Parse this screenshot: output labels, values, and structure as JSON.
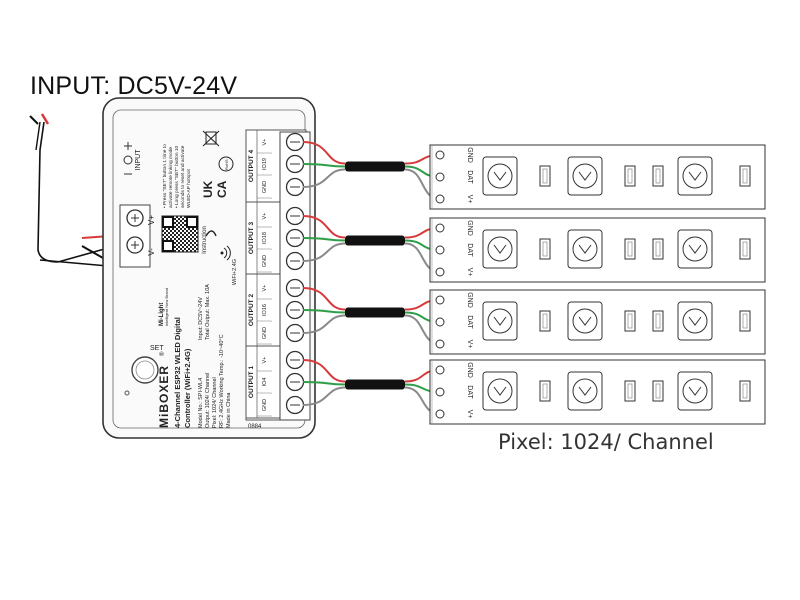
{
  "input_label": "INPUT: DC5V-24V",
  "pixel_label": "Pixel: 1024/ Channel",
  "controller": {
    "brand": "MiBOXER",
    "brand_mark": "®",
    "sub_brand": "Mi-Light",
    "sub_brand_tagline": "Intelligent New Brand",
    "product_line1": "4-Channel ESP32 WLED Digital",
    "product_line2": "Controller (WiFi+2.4G)",
    "specs_col1": [
      "Model No.: SPI-WL4",
      "Output: 1024/ Channel",
      "Pixel: 1024/ Channel",
      "RF: 2.4GHz  Working Temp.: -10~40°C",
      "Made in China"
    ],
    "specs_col2": [
      "Input: DC5V~24V",
      "Total Output: Max. 10A"
    ],
    "instructions": [
      "• Press \"SET\" button 1 time to",
      "activate remote linking mode",
      "• Long press \"SET\" button 10",
      "seconds to reset and activate",
      "WLED-AP hotspot"
    ],
    "wifi_label": "WiFi+2.4G",
    "instruction_label": "Instruction",
    "ukca_line1": "UK",
    "ukca_line2": "CA",
    "rohs_label": "RoHS",
    "set_label": "SET",
    "input_port_label": "INPUT",
    "v_plus": "V+",
    "v_minus": "V-",
    "serial": "0884",
    "outputs": [
      {
        "name": "OUTPUT 4",
        "io": "IO19"
      },
      {
        "name": "OUTPUT 3",
        "io": "IO18"
      },
      {
        "name": "OUTPUT 2",
        "io": "IO16"
      },
      {
        "name": "OUTPUT 1",
        "io": "IO4"
      }
    ],
    "terminal_labels": [
      "GND",
      "IO",
      "V+"
    ]
  },
  "strip_pins": [
    "GND",
    "DAT",
    "V+"
  ],
  "strip_count": 4,
  "wire_colors": {
    "red": "#d63a3a",
    "green": "#2e9e48",
    "gray": "#8a8a8a",
    "black": "#111111"
  }
}
